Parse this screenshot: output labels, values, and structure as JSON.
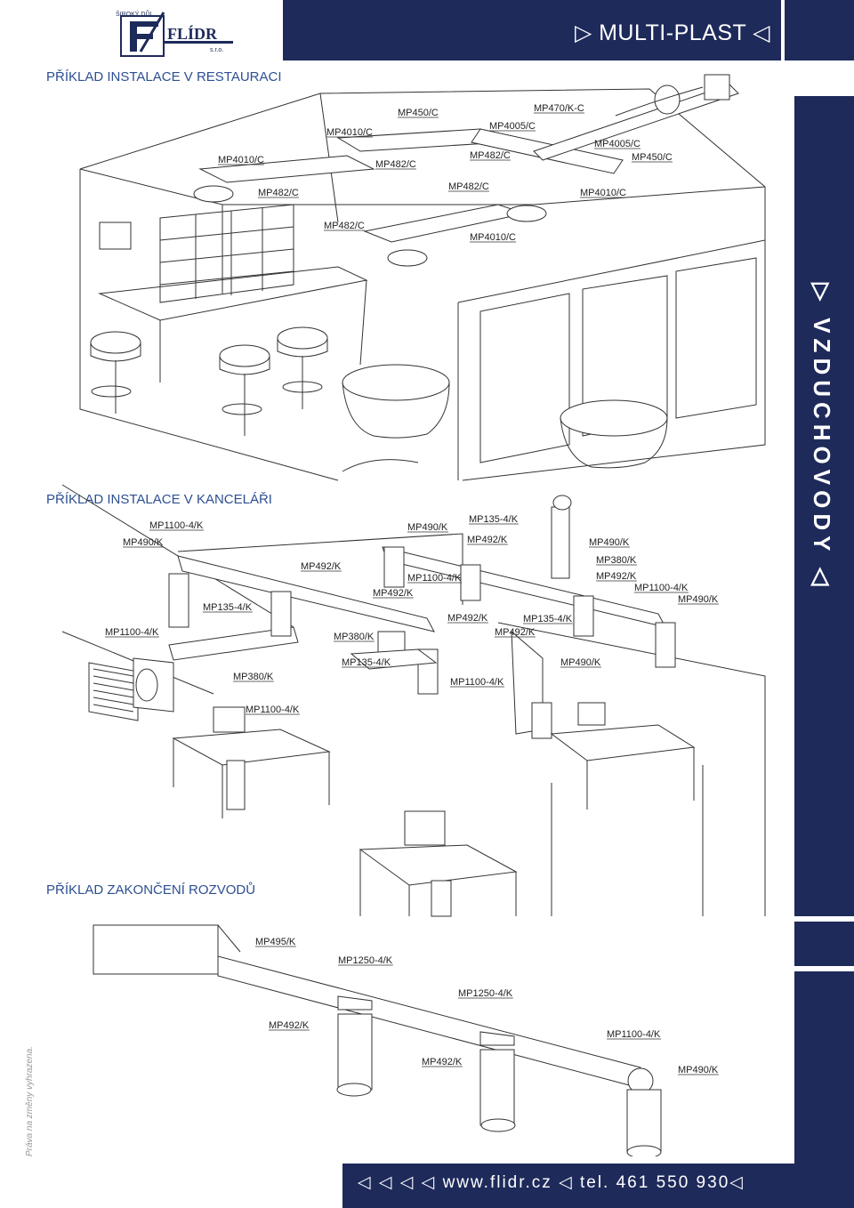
{
  "header": {
    "brand": "▷ MULTI-PLAST ◁",
    "logo_text": "FLÍDR",
    "logo_top_text": "ŠIROKÝ DŮL",
    "logo_sub_text": "s.r.o."
  },
  "sidebar": {
    "vertical_text": "▷ VZDUCHOVODY ◁"
  },
  "footer": {
    "text": "◁ ◁ ◁ ◁  www.flidr.cz  ◁ tel. 461 550 930◁"
  },
  "rights": "Práva na změny vyhrazena.",
  "sections": [
    {
      "title": "PŘÍKLAD INSTALACE V RESTAURACI"
    },
    {
      "title": "PŘÍKLAD INSTALACE V KANCELÁŘI"
    },
    {
      "title": "PŘÍKLAD ZAKONČENÍ ROZVODŮ"
    }
  ],
  "restaurant_labels": [
    "MP450/C",
    "MP470/K-C",
    "MP4005/C",
    "MP4010/C",
    "MP4010/C",
    "MP482/C",
    "MP482/C",
    "MP4005/C",
    "MP450/C",
    "MP482/C",
    "MP482/C",
    "MP4010/C",
    "MP482/C",
    "MP4010/C"
  ],
  "office_labels": [
    "MP135-4/K",
    "MP1100-4/K",
    "MP490/K",
    "MP492/K",
    "MP490/K",
    "MP490/K",
    "MP492/K",
    "MP380/K",
    "MP1100-4/K",
    "MP492/K",
    "MP492/K",
    "MP1100-4/K",
    "MP135-4/K",
    "MP490/K",
    "MP492/K",
    "MP135-4/K",
    "MP1100-4/K",
    "MP380/K",
    "MP492/K",
    "MP135-4/K",
    "MP490/K",
    "MP380/K",
    "MP1100-4/K",
    "MP1100-4/K"
  ],
  "ending_labels": [
    "MP495/K",
    "MP1250-4/K",
    "MP1250-4/K",
    "MP492/K",
    "MP1100-4/K",
    "MP492/K",
    "MP490/K"
  ]
}
